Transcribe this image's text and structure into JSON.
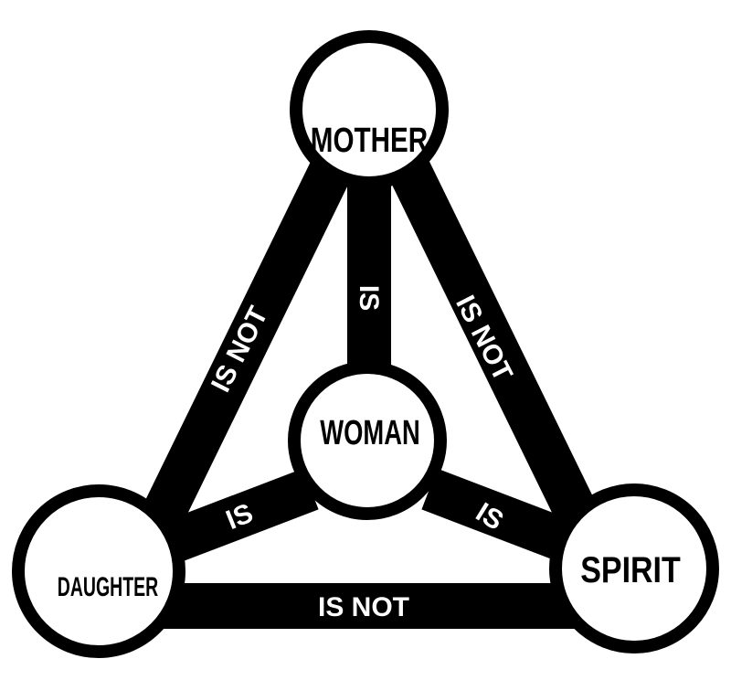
{
  "colors": {
    "ink": "#000000",
    "paper": "#ffffff"
  },
  "nodes": {
    "mother": "MOTHER",
    "woman": "WOMAN",
    "daughter": "DAUGHTER",
    "spirit": "SPIRIT"
  },
  "edges": {
    "mother_woman": "IS",
    "daughter_woman": "IS",
    "spirit_woman": "IS",
    "mother_daughter": "IS NOT",
    "mother_spirit": "IS NOT",
    "daughter_spirit": "IS NOT"
  }
}
